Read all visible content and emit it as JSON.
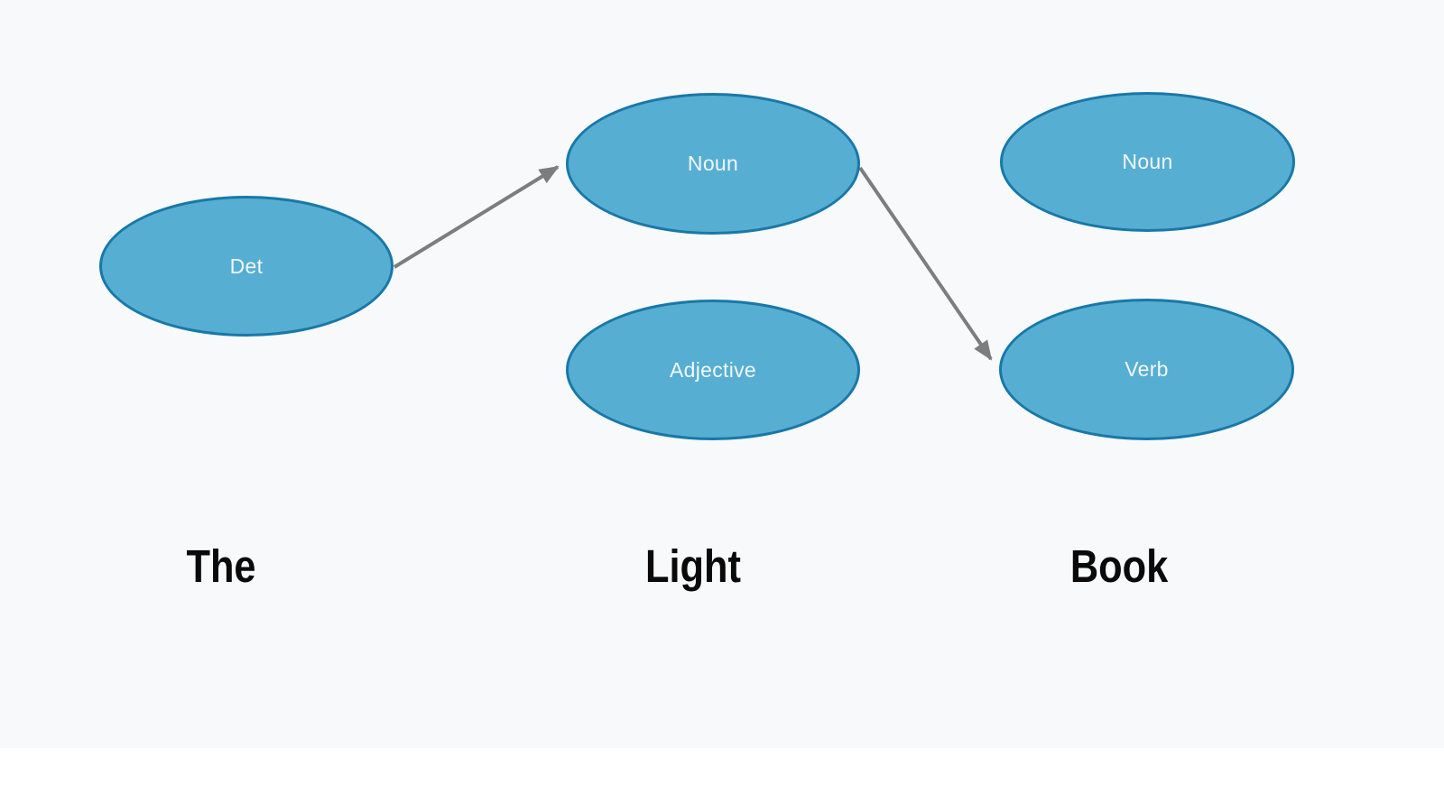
{
  "colors": {
    "canvas_bg": "#f8f9fb",
    "page_bg": "#ffffff",
    "node_fill": "#56aed2",
    "node_border": "#1878a8",
    "node_text": "#f2f8fb",
    "edge_color": "#7d7d7d",
    "word_text": "#0a0a0a"
  },
  "diagram": {
    "description": "Part-of-speech tagging diagram: candidate POS tag nodes above each word of the sentence, with arrows marking the chosen tag path",
    "nodes": [
      {
        "id": "det",
        "label": "Det",
        "word": "The"
      },
      {
        "id": "noun-1",
        "label": "Noun",
        "word": "Light"
      },
      {
        "id": "noun-2",
        "label": "Noun",
        "word": "Book"
      },
      {
        "id": "adjective",
        "label": "Adjective",
        "word": "Light"
      },
      {
        "id": "verb",
        "label": "Verb",
        "word": "Book"
      }
    ],
    "edges": [
      {
        "from": "Det (The)",
        "to": "Noun (Light)",
        "directed": true
      },
      {
        "from": "Noun (Light)",
        "to": "Verb (Book)",
        "directed": true
      }
    ],
    "words": [
      {
        "label": "The"
      },
      {
        "label": "Light"
      },
      {
        "label": "Book"
      }
    ]
  }
}
